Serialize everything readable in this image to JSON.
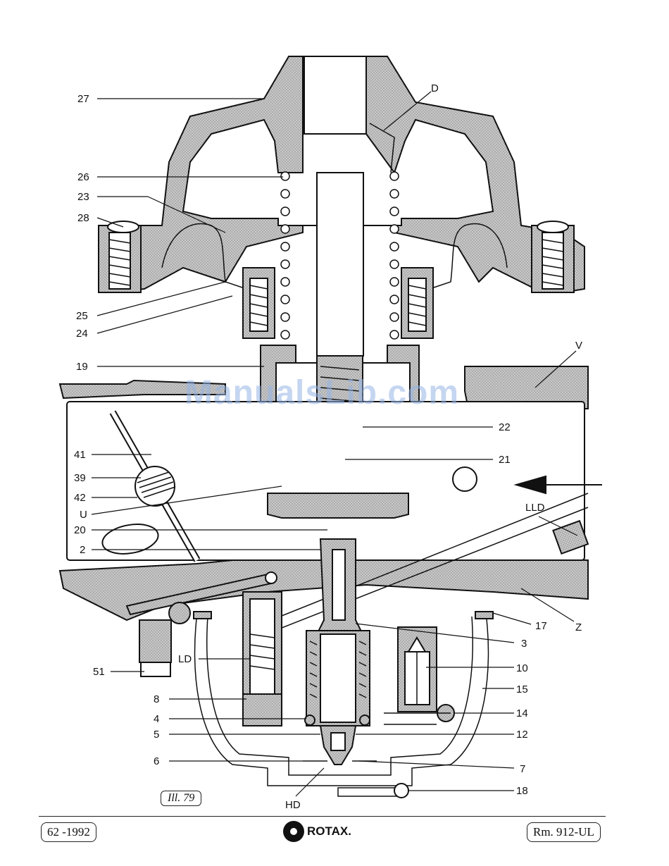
{
  "labels_left": [
    {
      "id": "27",
      "text": "27"
    },
    {
      "id": "26",
      "text": "26"
    },
    {
      "id": "23",
      "text": "23"
    },
    {
      "id": "28",
      "text": "28"
    },
    {
      "id": "25",
      "text": "25"
    },
    {
      "id": "24",
      "text": "24"
    },
    {
      "id": "19",
      "text": "19"
    },
    {
      "id": "41",
      "text": "41"
    },
    {
      "id": "39",
      "text": "39"
    },
    {
      "id": "42",
      "text": "42"
    },
    {
      "id": "U",
      "text": "U"
    },
    {
      "id": "20",
      "text": "20"
    },
    {
      "id": "2",
      "text": "2"
    },
    {
      "id": "LD",
      "text": "LD"
    },
    {
      "id": "51",
      "text": "51"
    },
    {
      "id": "8",
      "text": "8"
    },
    {
      "id": "4",
      "text": "4"
    },
    {
      "id": "5",
      "text": "5"
    },
    {
      "id": "6",
      "text": "6"
    }
  ],
  "labels_right": [
    {
      "id": "D",
      "text": "D"
    },
    {
      "id": "V",
      "text": "V"
    },
    {
      "id": "22",
      "text": "22"
    },
    {
      "id": "21",
      "text": "21"
    },
    {
      "id": "LLD",
      "text": "LLD"
    },
    {
      "id": "17",
      "text": "17"
    },
    {
      "id": "Z",
      "text": "Z"
    },
    {
      "id": "3",
      "text": "3"
    },
    {
      "id": "10",
      "text": "10"
    },
    {
      "id": "15",
      "text": "15"
    },
    {
      "id": "14",
      "text": "14"
    },
    {
      "id": "12",
      "text": "12"
    },
    {
      "id": "7",
      "text": "7"
    },
    {
      "id": "18",
      "text": "18"
    }
  ],
  "labels_bottom": [
    {
      "id": "HD",
      "text": "HD"
    }
  ],
  "illustration_tag": "Ill. 79",
  "watermark": "ManualsLib.com",
  "footer": {
    "left": "62 -1992",
    "brand": "ROTAX.",
    "right": "Rm. 912-UL"
  }
}
